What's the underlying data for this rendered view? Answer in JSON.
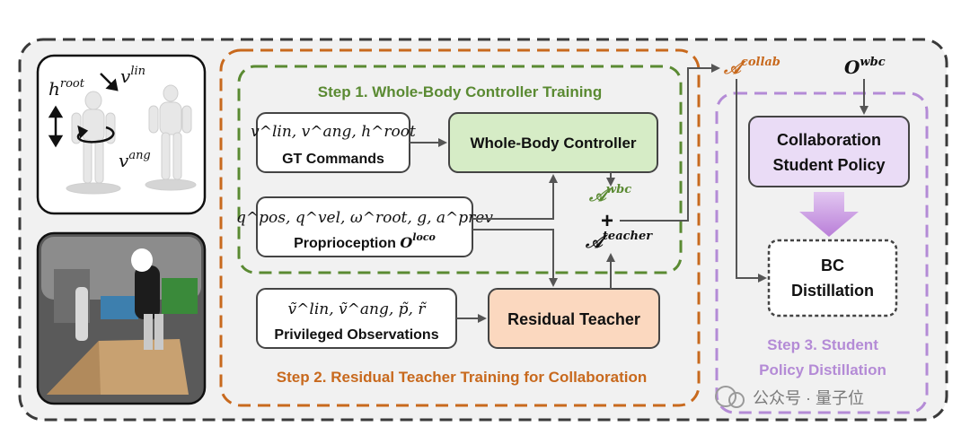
{
  "step1_title": "Step 1. Whole-Body Controller Training",
  "step2_title": "Step 2. Residual Teacher Training for Collaboration",
  "step3_title_line1": "Step 3. Student",
  "step3_title_line2": "Policy Distillation",
  "wbc_box_label": "Whole-Body Controller",
  "gt_commands": {
    "math": "v^lin, v^ang, h^root",
    "label": "GT Commands"
  },
  "proprioception": {
    "math": "q^pos, q^vel, ω^root, g, a^prev",
    "label_main": "Proprioception ",
    "label_sym": "O",
    "label_sup": "loco"
  },
  "privileged": {
    "math": "ṽ^lin, ṽ^ang, p̃, r̃",
    "label": "Privileged Observations"
  },
  "residual_teacher_label": "Residual Teacher",
  "a_wbc": {
    "sym": "𝒜",
    "sup": "wbc"
  },
  "plus_sign": "+",
  "a_teacher": {
    "sym": "𝒜",
    "sup": "teacher"
  },
  "a_collab": {
    "sym": "𝒜",
    "sup": "collab"
  },
  "o_wbc": {
    "sym": "O",
    "sup": "wbc"
  },
  "collab_student_line1": "Collaboration",
  "collab_student_line2": "Student Policy",
  "bc_line1": "BC",
  "bc_line2": "Distillation",
  "robot_panel": {
    "h_root": "h",
    "h_root_sup": "root",
    "v_lin": "v",
    "v_lin_sup": "lin",
    "v_ang": "v",
    "v_ang_sup": "ang"
  },
  "watermark": "公众号 · 量子位",
  "colors": {
    "green": "#5a8a32",
    "orange": "#c8691d",
    "purple": "#b48bd6",
    "green_fill": "#d6ecc6",
    "orange_fill": "#fbd8bf",
    "purple_fill": "#eadcf6",
    "outer_dash": "#3a3a3a"
  }
}
